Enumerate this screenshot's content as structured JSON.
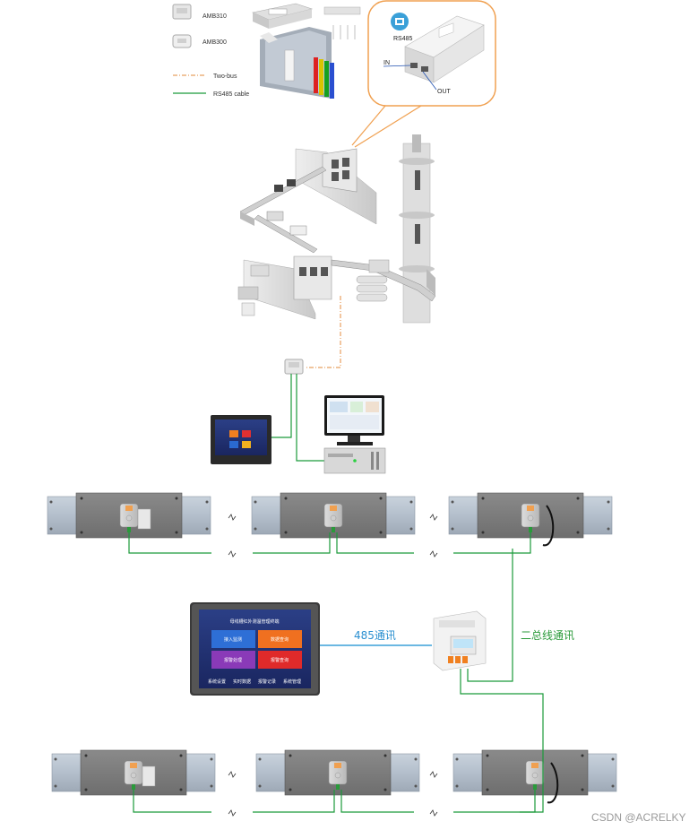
{
  "legend": {
    "items": [
      {
        "label": "AMB310"
      },
      {
        "label": "AMB300"
      },
      {
        "label": "Two-bus"
      },
      {
        "label": "RS485 cable"
      }
    ]
  },
  "callout": {
    "port_label": "RS485",
    "in_label": "IN",
    "out_label": "OUT"
  },
  "links": {
    "rs485_label": "485通讯",
    "two_bus_label": "二总线通讯"
  },
  "colors": {
    "two_bus": "#e8a060",
    "rs485_green": "#1a9a3a",
    "rs485_blue": "#3aa0d8",
    "callout_border": "#f0a050",
    "label_green": "#2a9a3a",
    "label_blue": "#2a8fd0"
  },
  "touchscreen": {
    "title": "母线槽红外测温管理终端",
    "tiles": [
      {
        "label": "接入监测"
      },
      {
        "label": "数据查询"
      },
      {
        "label": "报警处理"
      },
      {
        "label": "报警查询"
      }
    ],
    "footer": [
      {
        "label": "系统设置"
      },
      {
        "label": "实时数据"
      },
      {
        "label": "报警记录"
      },
      {
        "label": "系统管理"
      }
    ]
  },
  "watermark": "CSDN @ACRELKY"
}
